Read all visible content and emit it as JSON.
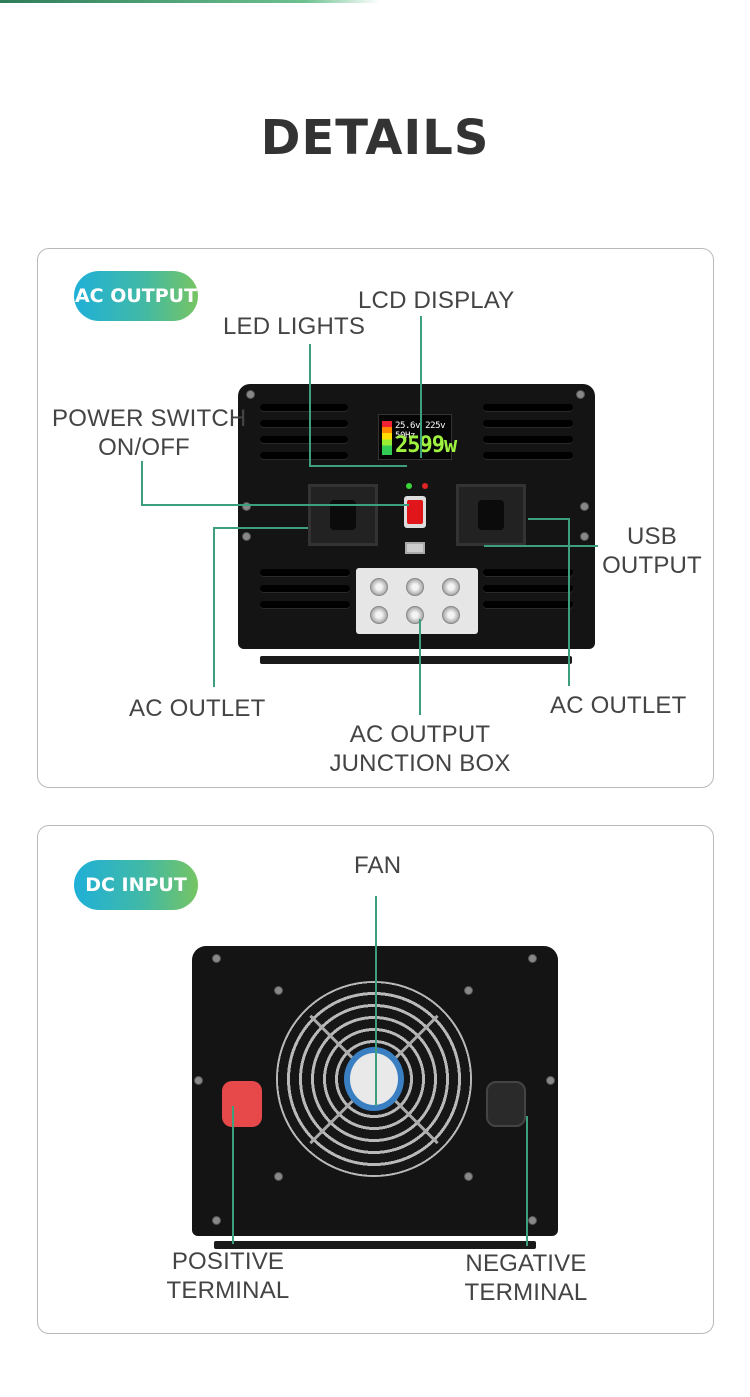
{
  "page": {
    "title": "DETAILS"
  },
  "ac_panel": {
    "badge": "AC OUTPUT",
    "labels": {
      "lcd_display": "LCD DISPLAY",
      "led_lights": "LED LIGHTS",
      "power_switch_line1": "POWER SWITCH",
      "power_switch_line2": "ON/OFF",
      "usb_output_line1": "USB",
      "usb_output_line2": "OUTPUT",
      "ac_outlet_left": "AC OUTLET",
      "ac_outlet_right": "AC OUTLET",
      "junction_box_line1": "AC OUTPUT",
      "junction_box_line2": "JUNCTION BOX"
    },
    "lcd": {
      "top_readout": "25.6v 225v 50Hz",
      "watt_readout": "2599w"
    }
  },
  "dc_panel": {
    "badge": "DC INPUT",
    "labels": {
      "fan": "FAN",
      "positive_line1": "POSITIVE",
      "positive_line2": "TERMINAL",
      "negative_line1": "NEGATIVE",
      "negative_line2": "TERMINAL"
    }
  },
  "colors": {
    "leader_line": "#3d9f7e",
    "badge_gradient_start": "#1fb0d8",
    "badge_gradient_end": "#76c463",
    "positive_terminal": "#e7494a",
    "negative_terminal": "#2a2a2a"
  }
}
